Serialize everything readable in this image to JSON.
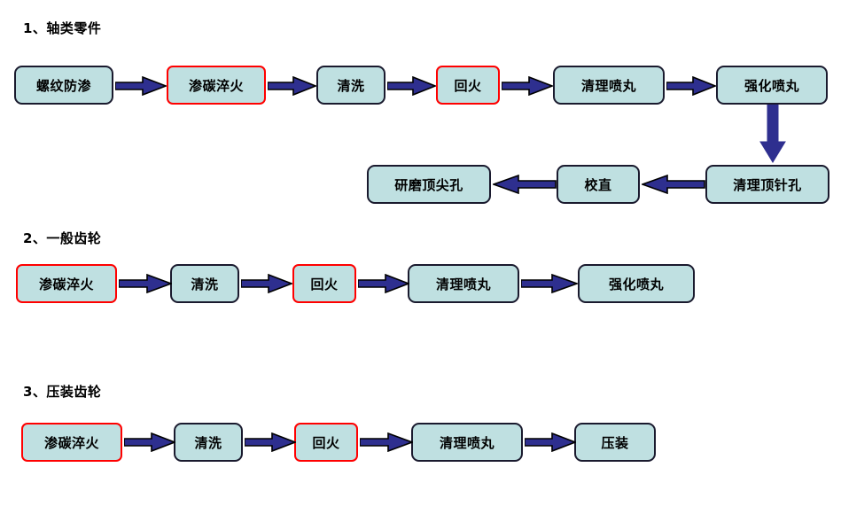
{
  "palette": {
    "box_fill": "#bfe0e1",
    "box_border": "#1a1a2e",
    "highlight_border": "#ff0000",
    "arrow_fill": "#2e2f8f",
    "arrow_outline": "#000000",
    "text": "#000000",
    "background": "#ffffff"
  },
  "sections": [
    {
      "id": "shaft-parts",
      "title": "1、轴类零件",
      "rows": [
        {
          "id": "row-1a",
          "direction": "left-to-right",
          "nodes": [
            {
              "label": "螺纹防渗",
              "highlight": false
            },
            {
              "label": "渗碳淬火",
              "highlight": true
            },
            {
              "label": "清洗",
              "highlight": false
            },
            {
              "label": "回火",
              "highlight": true
            },
            {
              "label": "清理喷丸",
              "highlight": false
            },
            {
              "label": "强化喷丸",
              "highlight": false
            }
          ]
        },
        {
          "id": "row-1b",
          "direction": "right-to-left",
          "nodes": [
            {
              "label": "研磨顶尖孔",
              "highlight": false
            },
            {
              "label": "校直",
              "highlight": false
            },
            {
              "label": "清理顶针孔",
              "highlight": false
            }
          ]
        }
      ],
      "connector": {
        "id": "down-connector",
        "from": "强化喷丸",
        "to": "清理顶针孔",
        "direction": "down"
      }
    },
    {
      "id": "general-gear",
      "title": "2、一般齿轮",
      "rows": [
        {
          "id": "row-2a",
          "direction": "left-to-right",
          "nodes": [
            {
              "label": "渗碳淬火",
              "highlight": true
            },
            {
              "label": "清洗",
              "highlight": false
            },
            {
              "label": "回火",
              "highlight": true
            },
            {
              "label": "清理喷丸",
              "highlight": false
            },
            {
              "label": "强化喷丸",
              "highlight": false
            }
          ]
        }
      ]
    },
    {
      "id": "press-fit-gear",
      "title": "3、压装齿轮",
      "rows": [
        {
          "id": "row-3a",
          "direction": "left-to-right",
          "nodes": [
            {
              "label": "渗碳淬火",
              "highlight": true
            },
            {
              "label": "清洗",
              "highlight": false
            },
            {
              "label": "回火",
              "highlight": true
            },
            {
              "label": "清理喷丸",
              "highlight": false
            },
            {
              "label": "压装",
              "highlight": false
            }
          ]
        }
      ]
    }
  ]
}
